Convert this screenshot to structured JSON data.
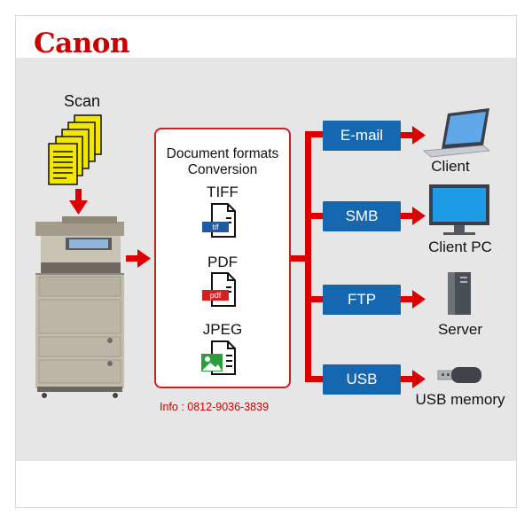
{
  "brand": {
    "logo_text": "Canon",
    "color": "#cc0000"
  },
  "scan": {
    "label": "Scan"
  },
  "conversion": {
    "title_line1": "Document formats",
    "title_line2": "Conversion",
    "formats": [
      {
        "label": "TIFF",
        "badge": "tif",
        "badge_color": "#1f5aa6"
      },
      {
        "label": "PDF",
        "badge": "pdf",
        "badge_color": "#d62020"
      },
      {
        "label": "JPEG",
        "badge": "",
        "badge_color": "#2e9e3c"
      }
    ]
  },
  "protocols": [
    {
      "label": "E-mail",
      "device": "Client"
    },
    {
      "label": "SMB",
      "device": "Client PC"
    },
    {
      "label": "FTP",
      "device": "Server"
    },
    {
      "label": "USB",
      "device": "USB memory"
    }
  ],
  "info": {
    "text": "Info : 0812-9036-3839"
  },
  "colors": {
    "arrow": "#dd0000",
    "protocol_box": "#1567b0",
    "panel": "#e6e6e6"
  }
}
